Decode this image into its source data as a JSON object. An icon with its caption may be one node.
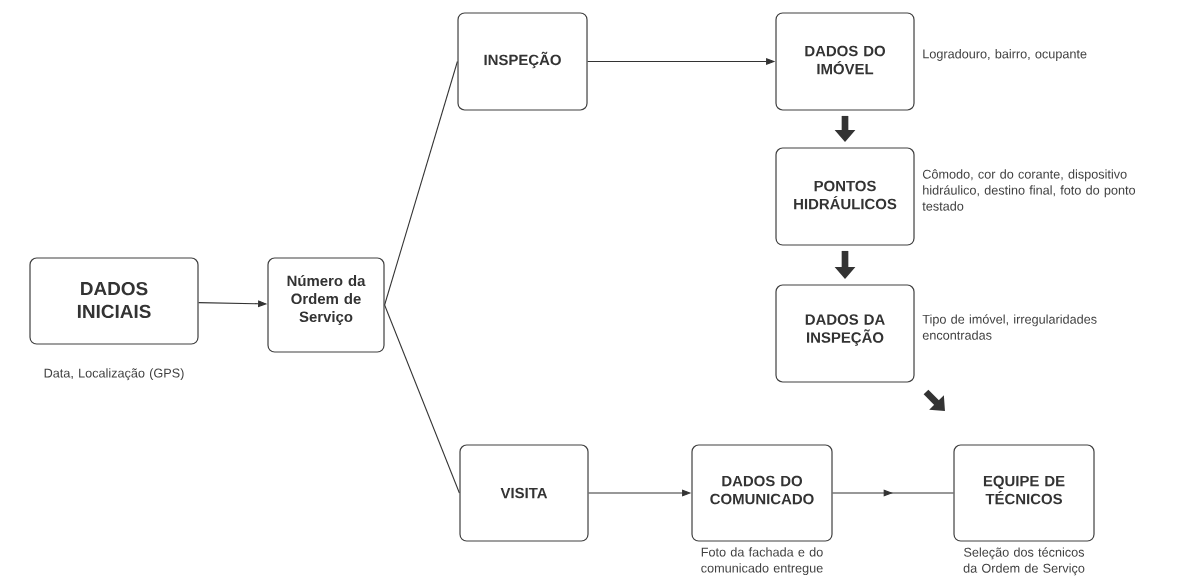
{
  "diagram": {
    "nodes": [
      {
        "text": [
          "DADOS INICIAIS"
        ],
        "beside": [
          "Data, Localização (GPS)"
        ]
      },
      {
        "text": [
          "Número da Ordem de Serviço"
        ]
      },
      {
        "text": [
          "INSPEÇÃO"
        ]
      },
      {
        "text": [
          "DADOS DO IMÓVEL"
        ],
        "beside": [
          "Logradouro, bairro, ocupante"
        ]
      },
      {
        "text": [
          "PONTOS HIDRÁULICOS"
        ],
        "beside": [
          "Cômodo, cor do corante, dispositivo hidráulico, destino final, foto do ponto testado"
        ]
      },
      {
        "text": [
          "DADOS DA INSPEÇÃO"
        ],
        "beside": [
          "Tipo de imóvel, irregularidades encontradas"
        ]
      },
      {
        "text": [
          "VISITA"
        ]
      },
      {
        "text": [
          "DADOS DO COMUNICADO"
        ],
        "beside": [
          "Foto da fachada e do comunicado entregue"
        ]
      },
      {
        "text": [
          "EQUIPE DE TÉCNICOS"
        ],
        "beside": [
          "Seleção dos técnicos da Ordem de Serviço"
        ]
      }
    ],
    "edges": [
      {
        "from": 0,
        "to": 1,
        "arrow": "to"
      },
      {
        "from": 1,
        "to": 2,
        "arrow": "none"
      },
      {
        "from": 1,
        "to": 6,
        "arrow": "none"
      },
      {
        "from": 2,
        "to": 3,
        "arrow": "to"
      },
      {
        "from": 3,
        "to": 4,
        "arrow": "to",
        "style": "thick"
      },
      {
        "from": 4,
        "to": 5,
        "arrow": "to",
        "style": "thick"
      },
      {
        "from": 6,
        "to": 7,
        "arrow": "to"
      },
      {
        "from": 7,
        "to": 8,
        "arrow": "to"
      }
    ]
  }
}
